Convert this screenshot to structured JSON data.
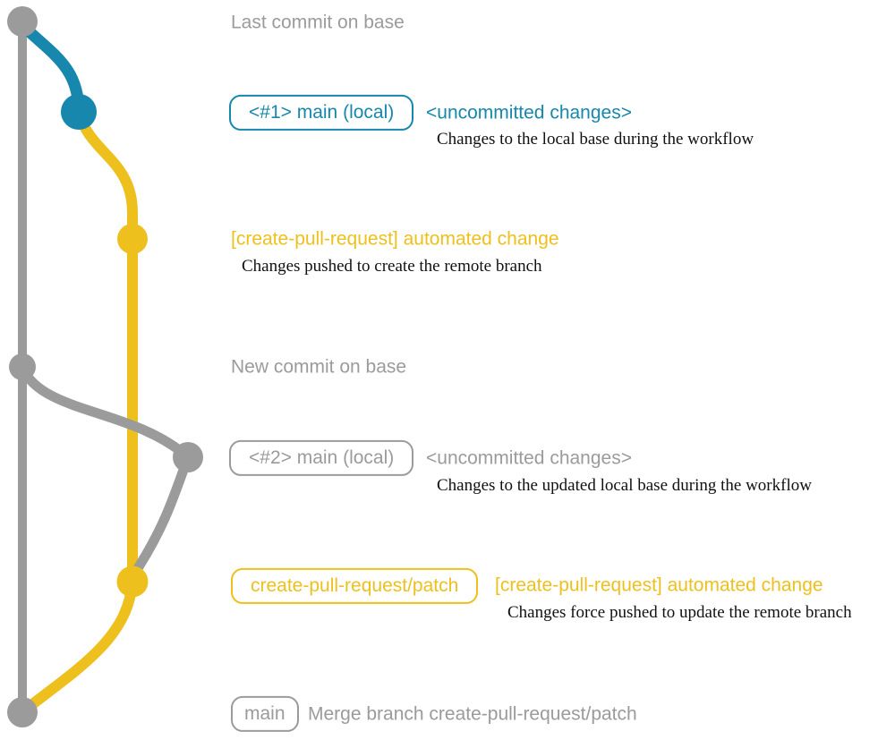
{
  "colors": {
    "gray": "#9b9b9b",
    "blue": "#1787ad",
    "yellow": "#eec01d",
    "ink": "#111111"
  },
  "rows": {
    "last_commit": {
      "label": "Last commit on base"
    },
    "main_local_1": {
      "badge": "<#1> main (local)",
      "status": "<uncommitted changes>",
      "note": "Changes to the local base during the workflow"
    },
    "automated_change_1": {
      "title": "[create-pull-request] automated change",
      "note": "Changes pushed to create the remote branch"
    },
    "new_commit": {
      "label": "New commit on base"
    },
    "main_local_2": {
      "badge": "<#2> main (local)",
      "status": "<uncommitted changes>",
      "note": "Changes to the updated local base during the workflow"
    },
    "patch_branch": {
      "badge": "create-pull-request/patch",
      "title": "[create-pull-request] automated change",
      "note": "Changes force pushed to update the remote branch"
    },
    "merge": {
      "badge": "main",
      "label": "Merge branch create-pull-request/patch"
    }
  }
}
